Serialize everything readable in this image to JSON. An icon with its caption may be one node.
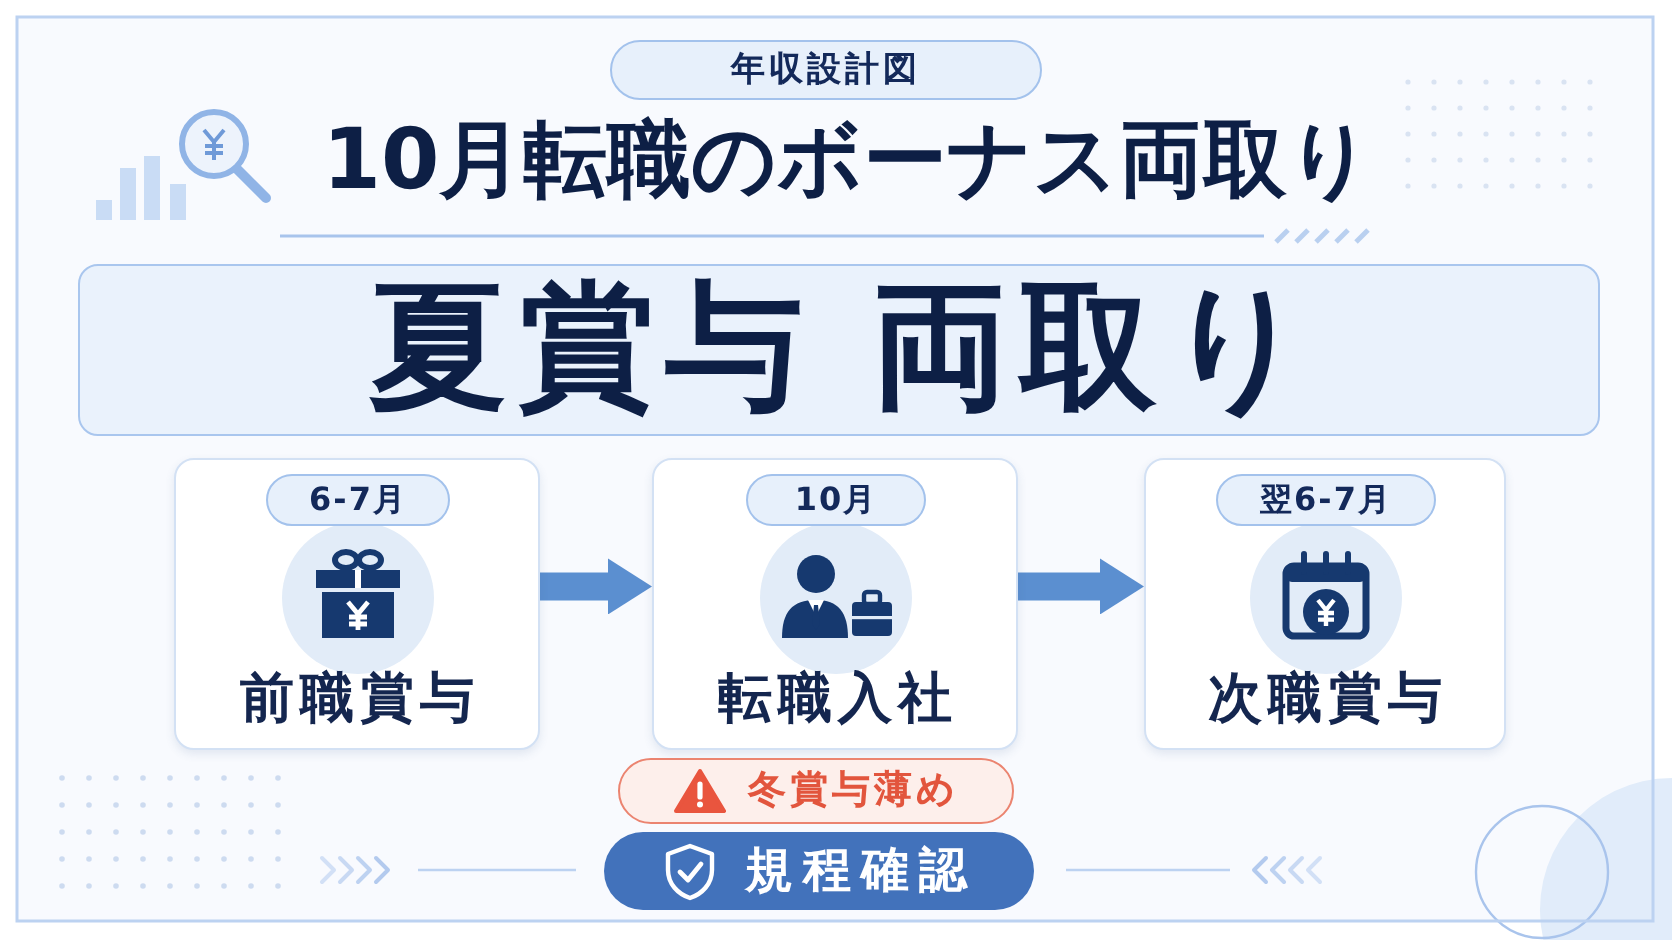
{
  "diagram": {
    "title": "10月転職のボーナス両取り",
    "nodes": [
      {
        "text": [
          "年収設計図"
        ]
      },
      {
        "text": [
          "夏賞与 両取り"
        ]
      },
      {
        "text": [
          "前職賞与"
        ]
      },
      {
        "text": [
          "6-7月"
        ],
        "in": 2
      },
      {
        "text": [
          "転職入社"
        ]
      },
      {
        "text": [
          "10月"
        ],
        "in": 4
      },
      {
        "text": [
          "次職賞与"
        ]
      },
      {
        "text": [
          "翌6-7月"
        ],
        "in": 6
      },
      {
        "text": [
          "冬賞与薄め"
        ]
      },
      {
        "text": [
          "規程確認"
        ]
      }
    ],
    "edges": [
      {
        "from": 2,
        "to": 4,
        "arrow": "to"
      },
      {
        "from": 4,
        "to": 6,
        "arrow": "to"
      }
    ]
  }
}
